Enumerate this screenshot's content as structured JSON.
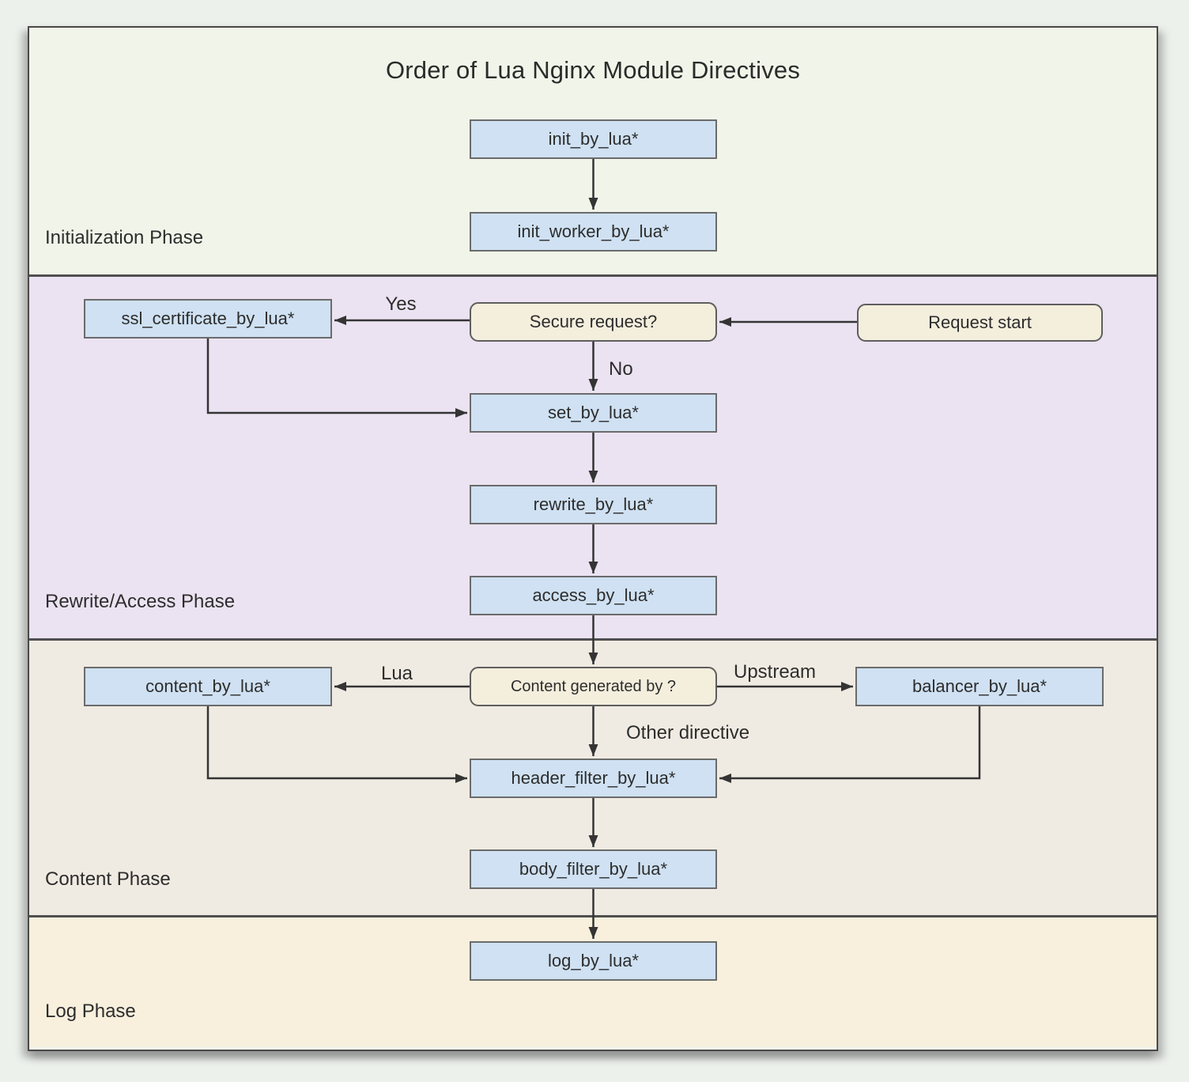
{
  "diagram": {
    "title": "Order of Lua Nginx Module Directives",
    "phases": [
      {
        "label": "Initialization Phase",
        "background": "#f1f4e9"
      },
      {
        "label": "Rewrite/Access Phase",
        "background": "#ebe3f1"
      },
      {
        "label": "Content Phase",
        "background": "#f0ebe2"
      },
      {
        "label": "Log Phase",
        "background": "#f8f0dd"
      }
    ],
    "nodes": {
      "init": {
        "label": "init_by_lua*",
        "type": "directive"
      },
      "init_worker": {
        "label": "init_worker_by_lua*",
        "type": "directive"
      },
      "ssl_certificate": {
        "label": "ssl_certificate_by_lua*",
        "type": "directive"
      },
      "secure_request": {
        "label": "Secure request?",
        "type": "decision"
      },
      "request_start": {
        "label": "Request start",
        "type": "terminal"
      },
      "set": {
        "label": "set_by_lua*",
        "type": "directive"
      },
      "rewrite": {
        "label": "rewrite_by_lua*",
        "type": "directive"
      },
      "access": {
        "label": "access_by_lua*",
        "type": "directive"
      },
      "content_generated": {
        "label": "Content generated by ?",
        "type": "decision"
      },
      "content": {
        "label": "content_by_lua*",
        "type": "directive"
      },
      "balancer": {
        "label": "balancer_by_lua*",
        "type": "directive"
      },
      "header_filter": {
        "label": "header_filter_by_lua*",
        "type": "directive"
      },
      "body_filter": {
        "label": "body_filter_by_lua*",
        "type": "directive"
      },
      "log": {
        "label": "log_by_lua*",
        "type": "directive"
      }
    },
    "edge_labels": {
      "yes": "Yes",
      "no": "No",
      "lua": "Lua",
      "upstream": "Upstream",
      "other_directive": "Other directive"
    },
    "colors": {
      "directive_fill": "#cfe1f2",
      "decision_fill": "#f4eedd",
      "node_border": "#6b6b6b",
      "arrow": "#343434",
      "frame_border": "#4a4a4a",
      "text": "#2d2d2d",
      "page_background": "#edf1ec"
    }
  }
}
